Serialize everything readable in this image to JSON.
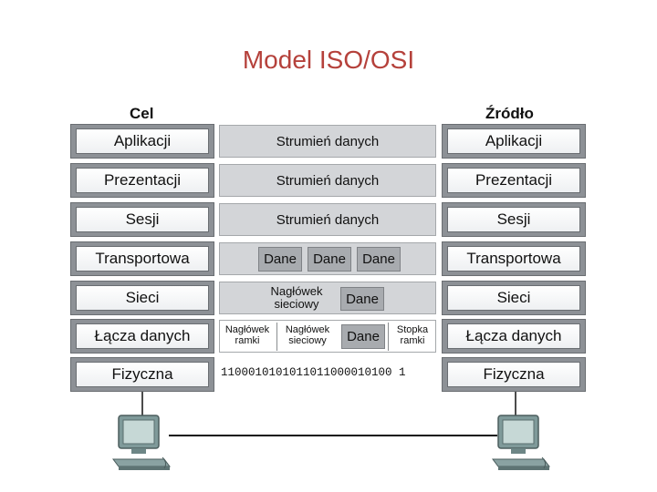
{
  "title": "Model ISO/OSI",
  "headers": {
    "left": "Cel",
    "right": "Źródło"
  },
  "layers": [
    "Aplikacji",
    "Prezentacji",
    "Sesji",
    "Transportowa",
    "Sieci",
    "Łącza danych",
    "Fizyczna"
  ],
  "middle": {
    "stream": "Strumień danych",
    "data": "Dane",
    "network_header": "Nagłówek sieciowy",
    "frame_header": "Nagłówek ramki",
    "frame_trailer": "Stopka ramki",
    "bits": "1100010101011011000010100 1"
  }
}
